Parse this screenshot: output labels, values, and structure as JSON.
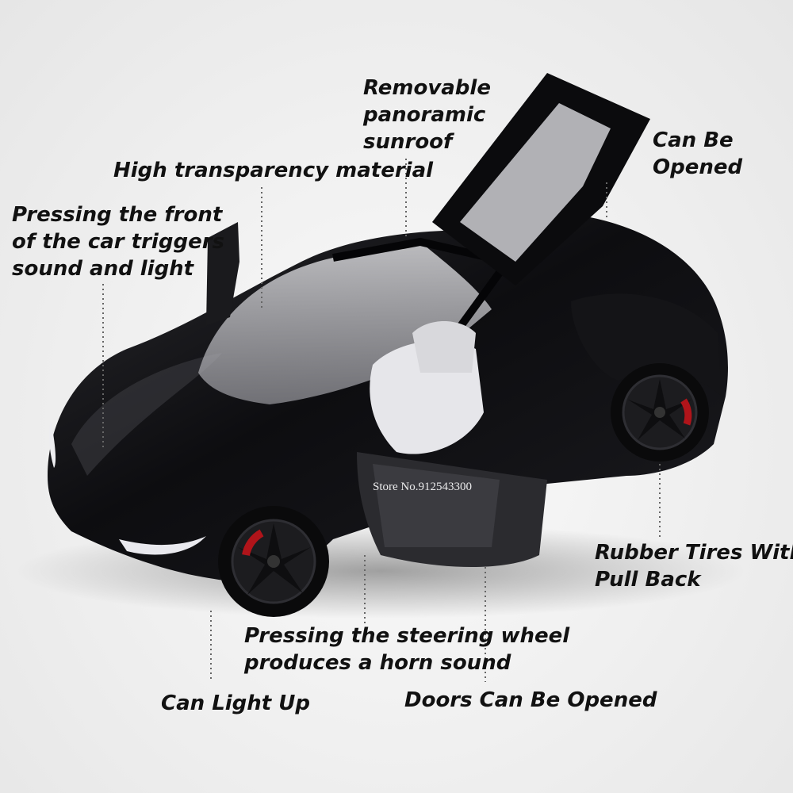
{
  "labels": {
    "sunroof": [
      "Removable",
      "panoramic",
      "sunroof"
    ],
    "transparency": "High transparency material",
    "opened": [
      "Can Be",
      "Opened"
    ],
    "front_press": [
      "Pressing the front",
      "of the car triggers",
      "sound and light"
    ],
    "tires": [
      "Rubber Tires With",
      "Pull Back"
    ],
    "steering": [
      "Pressing the steering wheel",
      "produces a horn sound"
    ],
    "light_up": "Can Light Up",
    "doors": "Doors Can Be Opened"
  },
  "watermark": "Store No.912543300",
  "colors": {
    "body": "#0c0c0e",
    "interior": "#e8e8ea",
    "brake": "#b0141a",
    "background": "#f0f0f0"
  }
}
